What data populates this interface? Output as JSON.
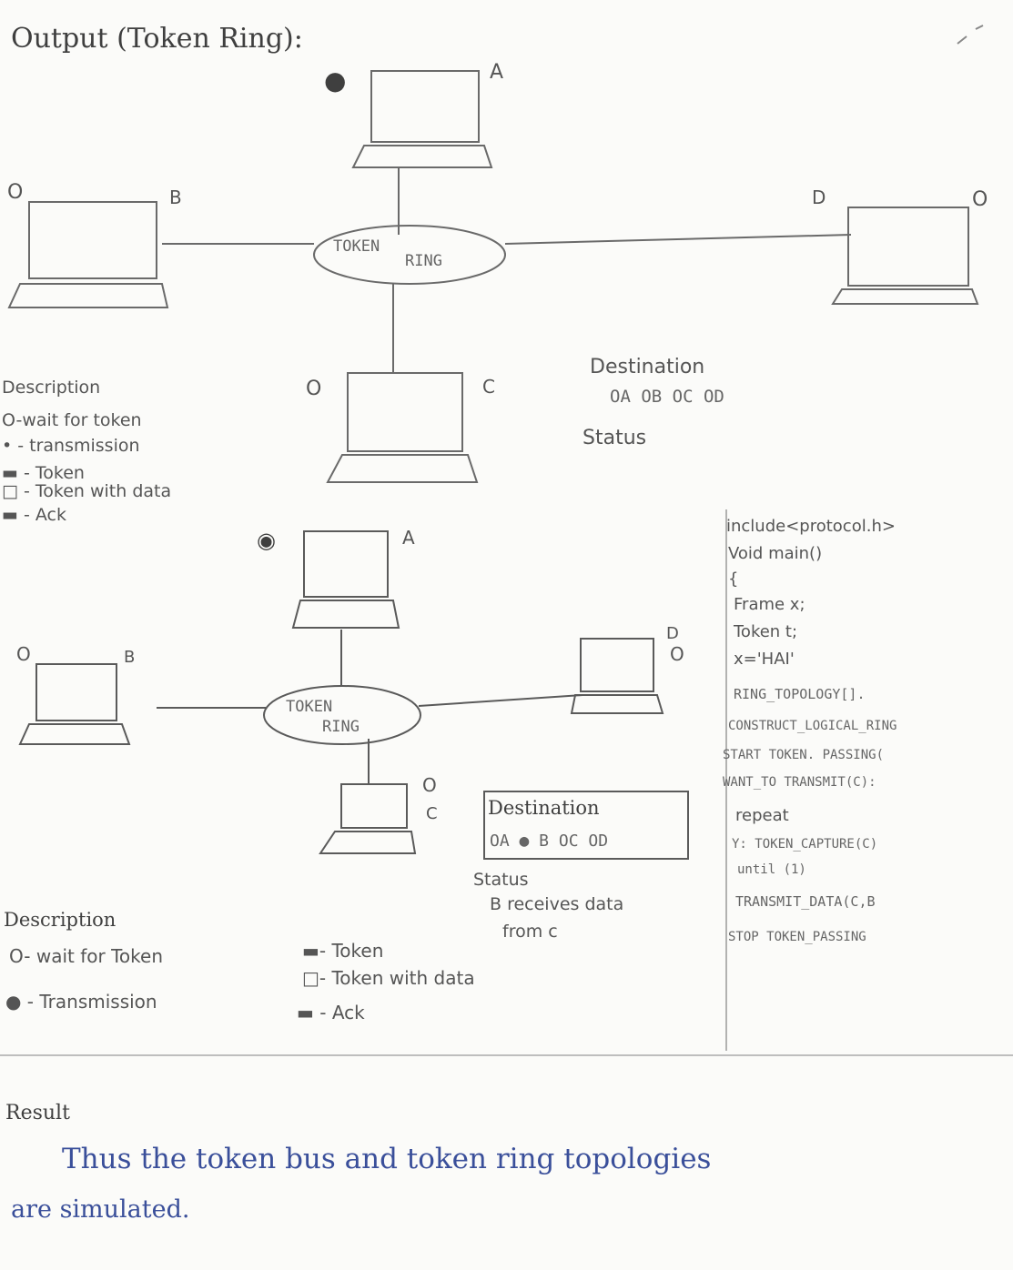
{
  "title": "Output (Token Ring):",
  "diagram1": {
    "ring_label": [
      "TOKEN",
      "RING"
    ],
    "nodes": {
      "A": "A",
      "B": "B",
      "C": "C",
      "D": "D"
    },
    "markers": {
      "a": "●",
      "b": "O",
      "c": "O",
      "d": "O"
    },
    "description": {
      "heading": "Description",
      "items": [
        "O-wait for token",
        "• - transmission",
        "▬ - Token",
        "□ - Token with data",
        "▬ - Ack"
      ]
    },
    "destination": {
      "heading": "Destination",
      "values": "OA OB  OC  OD",
      "status": "Status"
    }
  },
  "diagram2": {
    "ring_label": [
      "TOKEN",
      "RING"
    ],
    "nodes": {
      "A": "A",
      "B": "B",
      "C": "C",
      "D": "D"
    },
    "markers": {
      "a": "◉",
      "b": "O",
      "c": "O",
      "d": "O"
    },
    "description": {
      "heading": "Description",
      "items": [
        "O- wait for Token",
        "● - Transmission",
        "▬- Token",
        "□- Token with data",
        "▬ - Ack"
      ]
    },
    "destination": {
      "heading": "Destination",
      "values": "OA ● B OC  OD",
      "status": "Status",
      "status_lines": [
        "B receives data",
        "from c"
      ]
    }
  },
  "code": [
    "include<protocol.h>",
    "Void main()",
    "{",
    "  Frame x;",
    "  Token t;",
    "  x='HAI'",
    "  RING_TOPOLOGY[].",
    "CONSTRUCT_LOGICAL_RING",
    "START TOKEN. PASSING(",
    "WANT_TO TRANSMIT(C):",
    "  repeat",
    "  Y: TOKEN_CAPTURE(C)",
    "  until (1)",
    "TRANSMIT_DATA(C,B",
    "STOP TOKEN_PASSING"
  ],
  "result": {
    "heading": "Result",
    "lines": [
      "Thus the token bus and token ring topologies",
      "are simulated."
    ]
  }
}
